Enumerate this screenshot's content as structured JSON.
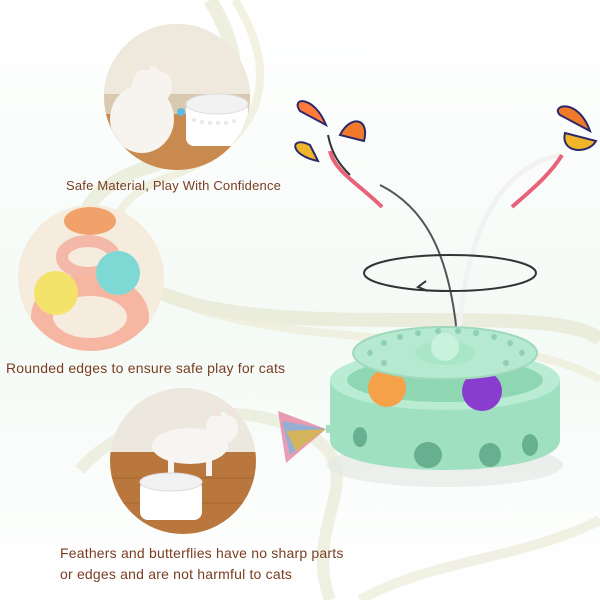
{
  "features": [
    {
      "caption": "Safe Material, Play With Confidence",
      "image": "cat-playing-with-toy-photo"
    },
    {
      "caption": "Rounded edges to ensure safe play for cats",
      "image": "rounded-track-closeup"
    },
    {
      "caption_lines": [
        "Feathers and butterflies have no sharp parts",
        "or edges and are not harmful to cats"
      ],
      "image": "cat-with-toy-on-floor-photo"
    }
  ],
  "product": {
    "name_icon": "cat-toy-turntable-illustration",
    "colors": {
      "body": "#9fe0c0",
      "ball_orange": "#f5a14a",
      "ball_purple": "#8a3ccf",
      "butterfly": "#f07a2a",
      "wand": "#e8637a"
    }
  },
  "colors": {
    "caption": "#7a3d22",
    "accent_green": "#9fe0c0",
    "swirl": "#d9dcc2"
  }
}
